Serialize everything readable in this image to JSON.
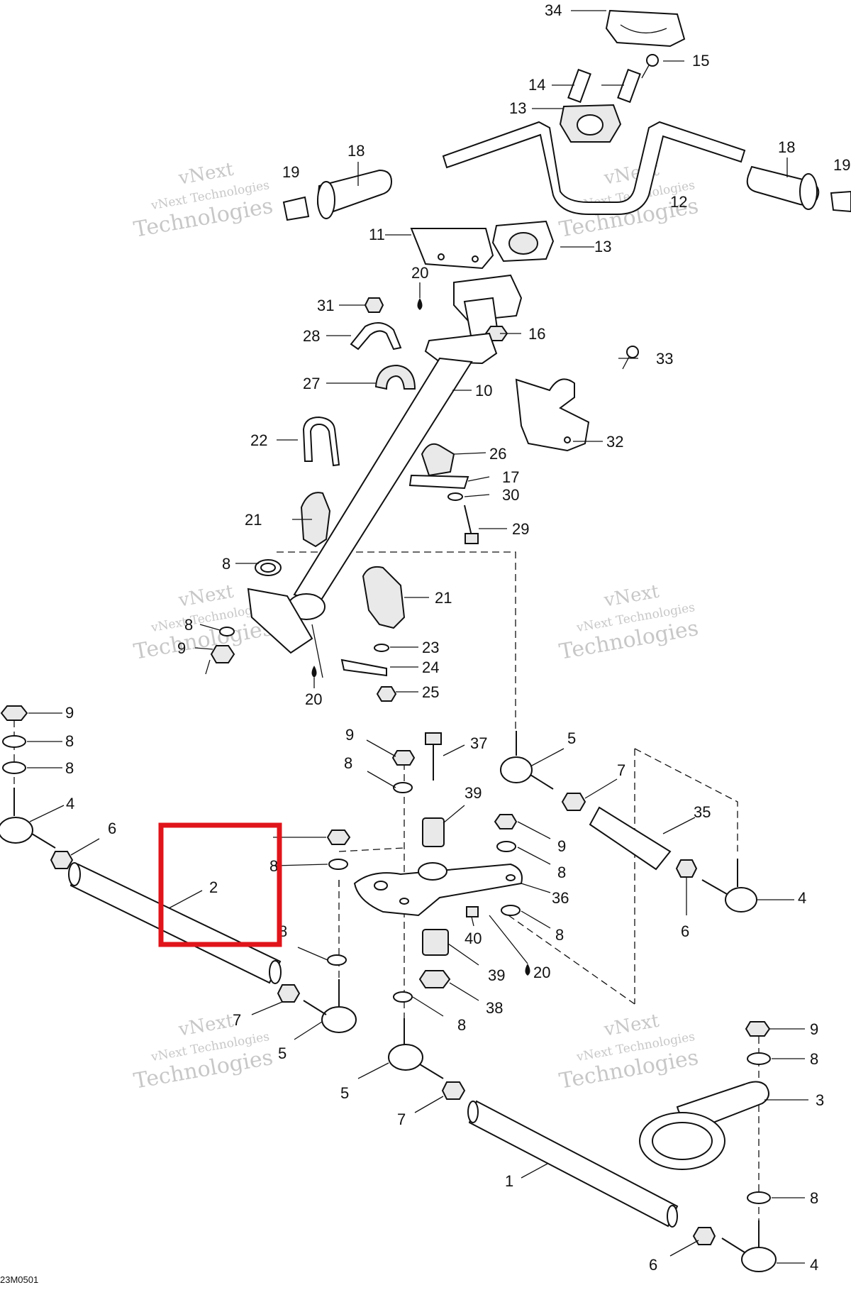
{
  "diagram": {
    "figure_code": "23M0501",
    "highlight_label": "2",
    "watermarks": [
      {
        "line1": "vNext Technologies",
        "line2": "Technologies",
        "line3": "vNext"
      },
      {
        "line1": "vNext Technologies",
        "line2": "Technologies",
        "line3": "vNext"
      },
      {
        "line1": "vNext Technologies",
        "line2": "Technologies",
        "line3": "vNext"
      },
      {
        "line1": "vNext Technologies",
        "line2": "Technologies",
        "line3": "vNext"
      },
      {
        "line1": "vNext Technologies",
        "line2": "Technologies",
        "line3": "vNext"
      },
      {
        "line1": "vNext Technologies",
        "line2": "Technologies",
        "line3": "vNext"
      }
    ],
    "labels": [
      "34",
      "15",
      "14",
      "13",
      "18",
      "19",
      "18",
      "19",
      "12",
      "11",
      "13",
      "20",
      "16",
      "31",
      "28",
      "33",
      "27",
      "10",
      "32",
      "22",
      "26",
      "17",
      "30",
      "29",
      "21",
      "8",
      "21",
      "8",
      "23",
      "9",
      "24",
      "25",
      "20",
      "9",
      "8",
      "8",
      "4",
      "6",
      "9",
      "37",
      "5",
      "8",
      "7",
      "39",
      "35",
      "8",
      "9",
      "8",
      "2",
      "36",
      "4",
      "8",
      "40",
      "6",
      "39",
      "20",
      "38",
      "8",
      "7",
      "5",
      "8",
      "9",
      "5",
      "8",
      "7",
      "3",
      "1",
      "8",
      "6",
      "4"
    ],
    "colors": {
      "highlight": "#e0151b",
      "ink": "#111111",
      "watermark": "#9a9a9a"
    }
  }
}
